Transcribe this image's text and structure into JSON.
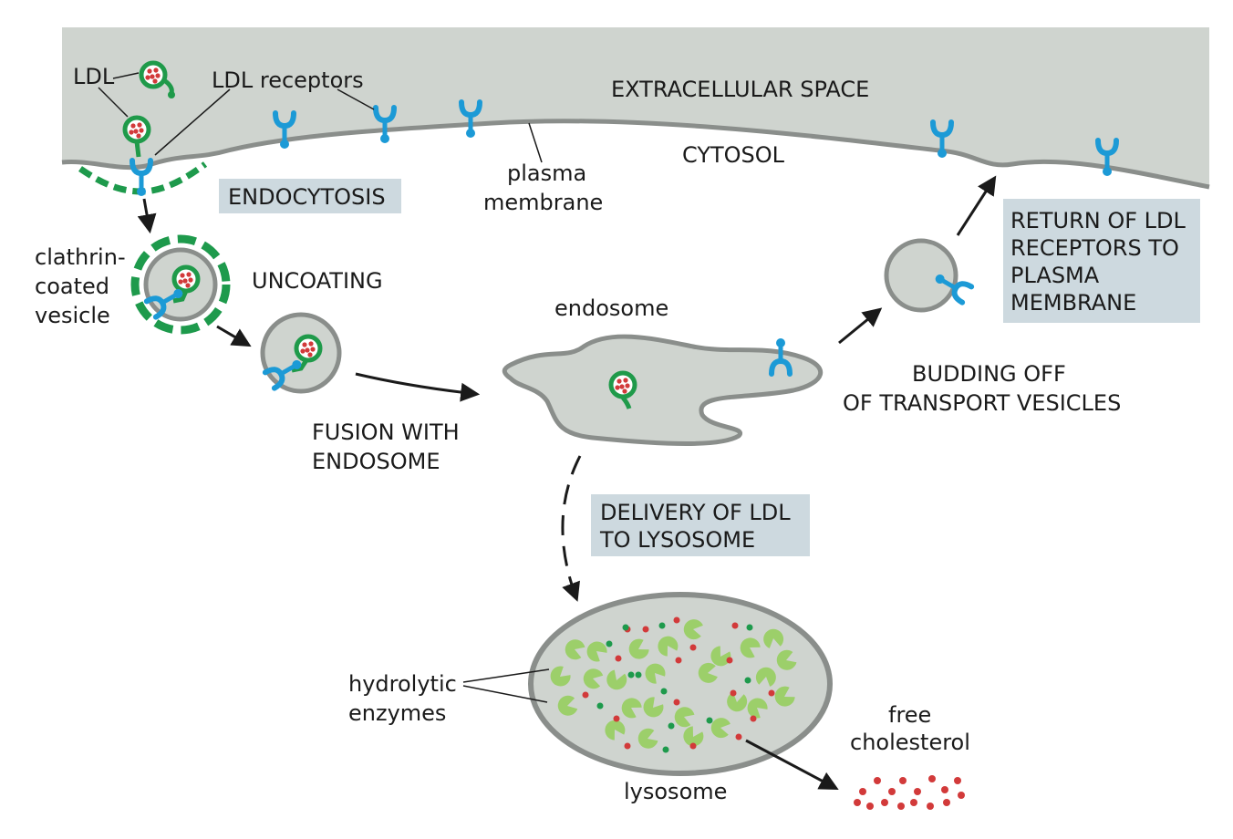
{
  "labels": {
    "ldl": "LDL",
    "ldl_receptors": "LDL receptors",
    "extracellular_space": "EXTRACELLULAR SPACE",
    "cytosol": "CYTOSOL",
    "plasma_membrane_1": "plasma",
    "plasma_membrane_2": "membrane",
    "endocytosis": "ENDOCYTOSIS",
    "clathrin_1": "clathrin-",
    "clathrin_2": "coated",
    "clathrin_3": "vesicle",
    "uncoating": "UNCOATING",
    "endosome": "endosome",
    "fusion_1": "FUSION WITH",
    "fusion_2": "ENDOSOME",
    "return_1": "RETURN OF LDL",
    "return_2": "RECEPTORS TO",
    "return_3": "PLASMA",
    "return_4": "MEMBRANE",
    "budding_1": "BUDDING OFF",
    "budding_2": "OF TRANSPORT VESICLES",
    "delivery_1": "DELIVERY OF LDL",
    "delivery_2": "TO LYSOSOME",
    "hydrolytic_1": "hydrolytic",
    "hydrolytic_2": "enzymes",
    "lysosome": "lysosome",
    "free_chol_1": "free",
    "free_chol_2": "cholesterol"
  },
  "colors": {
    "extracellular": "#cfd4cf",
    "membrane": "#8a8e8b",
    "organelle_fill": "#cfd4cf",
    "receptor": "#1c9ad6",
    "ldl_green": "#1f9a4a",
    "ldl_red": "#d23a3a",
    "clathrin": "#1e9a4c",
    "enzyme": "#9ccf6a",
    "label_box": "#cdd9df",
    "arrow": "#1a1a1a"
  }
}
